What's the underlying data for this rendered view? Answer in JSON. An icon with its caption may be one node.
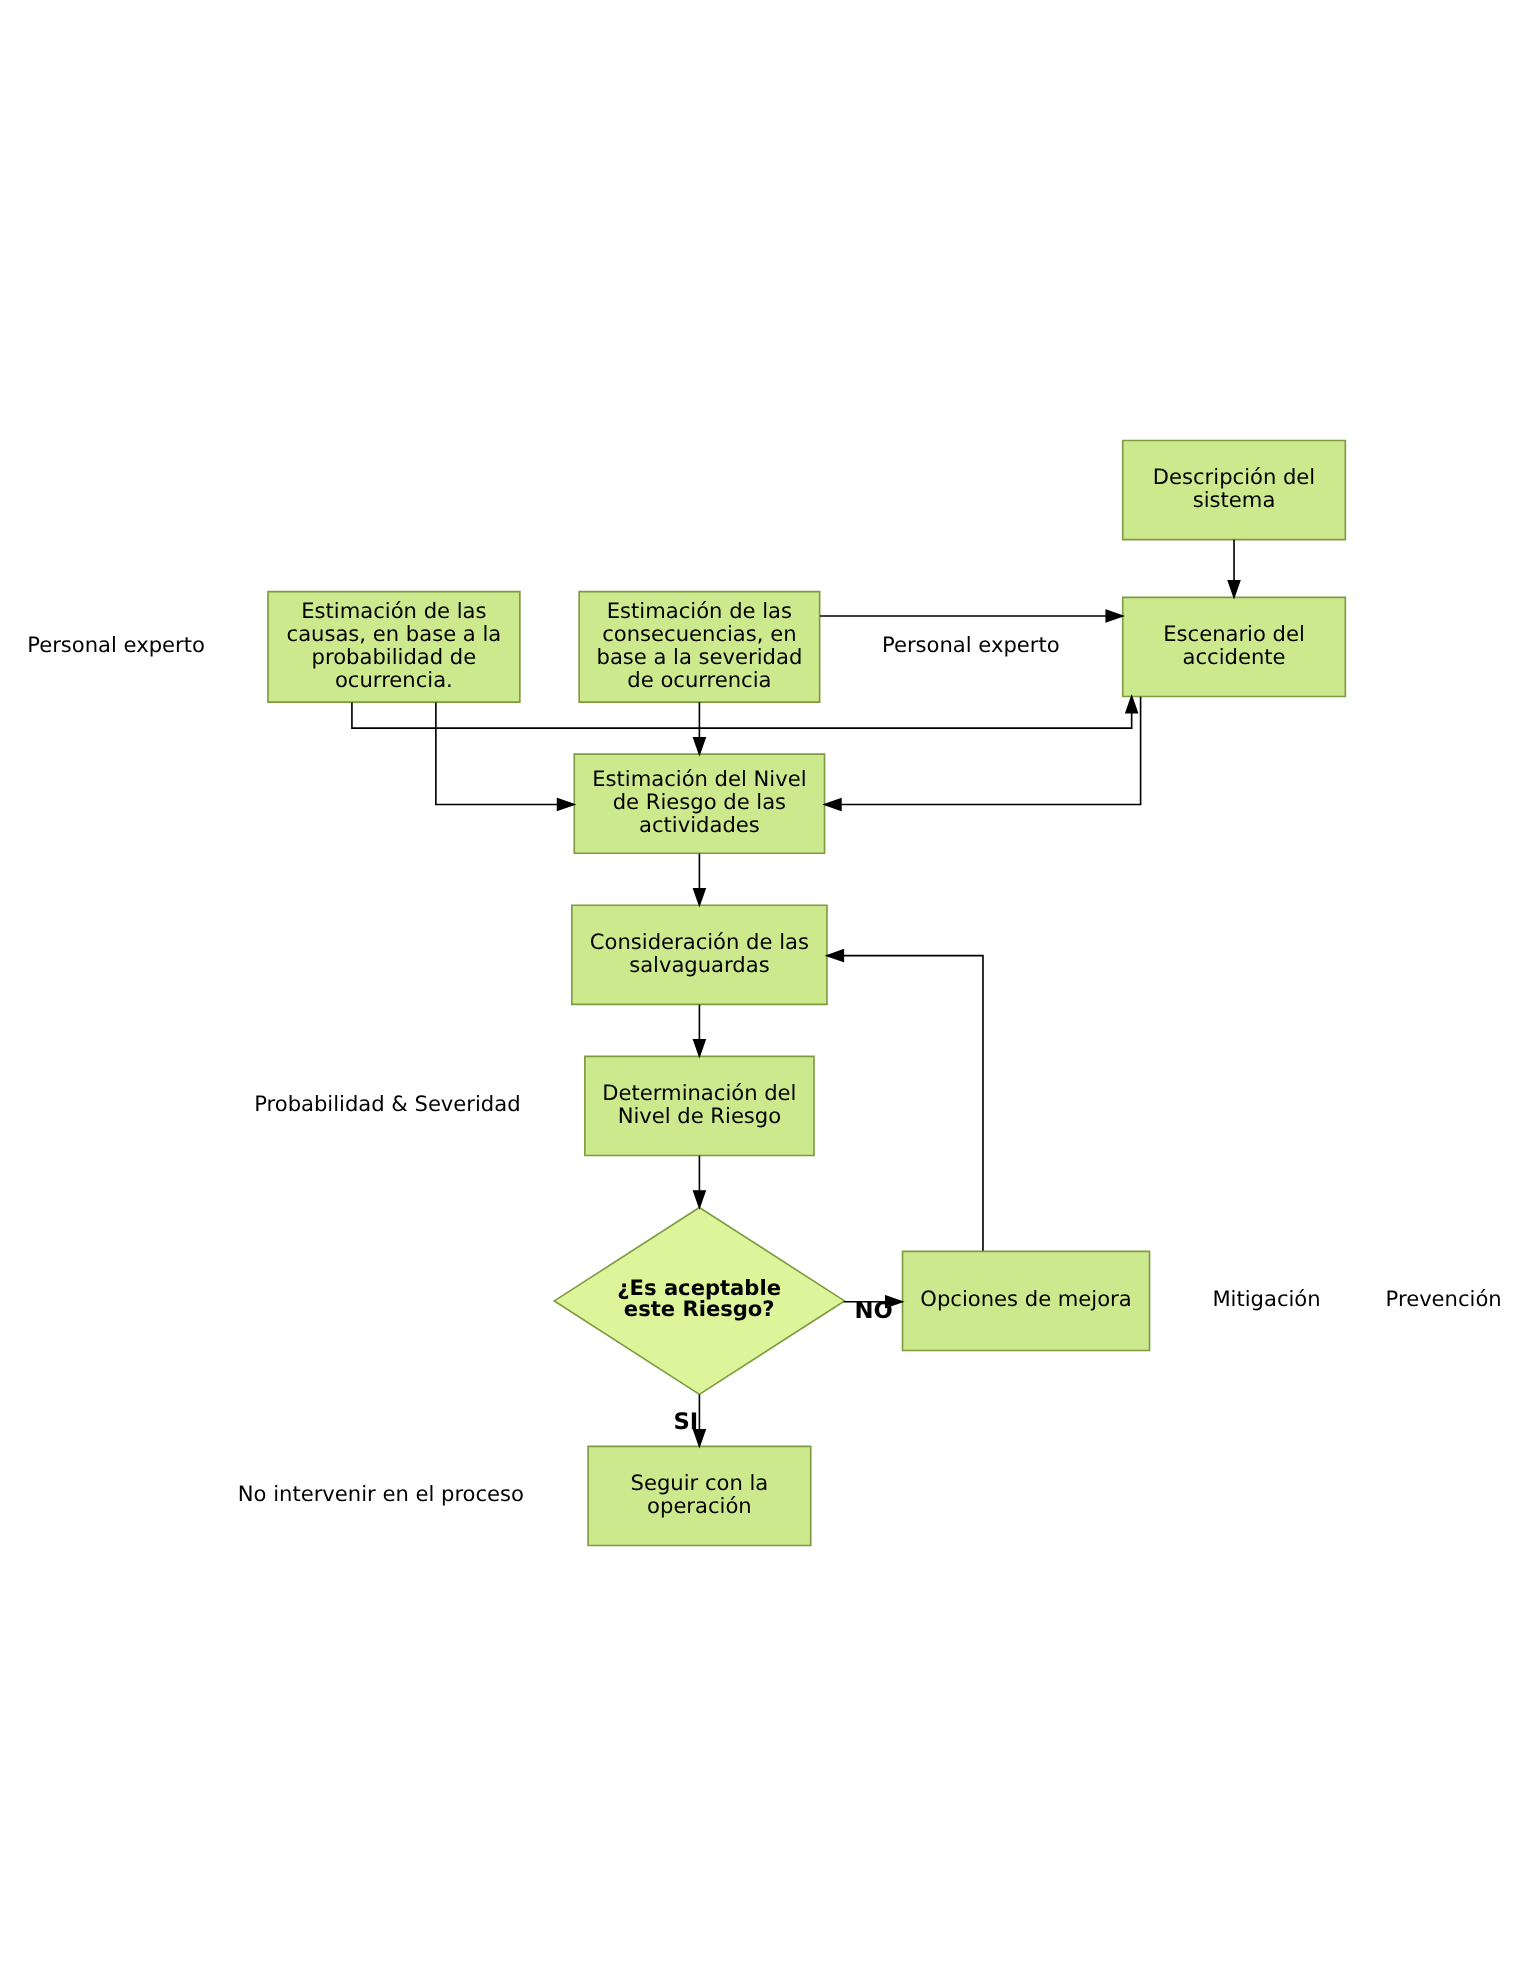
{
  "diagram": {
    "nodes": [
      {
        "text": [
          "Descripción del sistema"
        ]
      },
      {
        "text": [
          "Estimación de las causas, en base a la probabilidad de ocurrencia."
        ],
        "beside": [
          "Personal experto"
        ]
      },
      {
        "text": [
          "Escenario del accidente"
        ]
      },
      {
        "text": [
          "Estimación de las consecuencias, en base a la severidad de ocurrencia"
        ],
        "beside": [
          "Personal experto"
        ]
      },
      {
        "text": [
          "Estimación del Nivel de Riesgo de las actividades"
        ]
      },
      {
        "text": [
          "Consideración de las salvaguardas"
        ]
      },
      {
        "text": [
          "Determinación del Nivel de Riesgo"
        ],
        "beside": [
          "Probabilidad & Severidad"
        ]
      },
      {
        "text": [
          "¿Es aceptable este Riesgo?"
        ]
      },
      {
        "text": [
          "Opciones de mejora"
        ],
        "beside": [
          "Prevención",
          "Mitigación"
        ]
      },
      {
        "text": [
          "Seguir con la operación"
        ],
        "beside": [
          "No intervenir en el proceso"
        ]
      }
    ],
    "edges": [
      {
        "from": 0,
        "to": 2,
        "arrow": "to"
      },
      {
        "from": 1,
        "to": 2,
        "arrow": "to"
      },
      {
        "from": 3,
        "to": 2,
        "arrow": "to"
      },
      {
        "from": 2,
        "to": 4,
        "arrow": "to"
      },
      {
        "from": 1,
        "to": 4,
        "arrow": "to"
      },
      {
        "from": 3,
        "to": 4,
        "arrow": "to"
      },
      {
        "from": 4,
        "to": 5,
        "arrow": "to"
      },
      {
        "from": 5,
        "to": 6,
        "arrow": "to"
      },
      {
        "from": 6,
        "to": 7,
        "arrow": "to"
      },
      {
        "from": 7,
        "to": 8,
        "arrow": "to",
        "label": "NO"
      },
      {
        "from": 8,
        "to": 5,
        "arrow": "to"
      },
      {
        "from": 7,
        "to": 9,
        "arrow": "to",
        "label": "SI"
      }
    ]
  }
}
